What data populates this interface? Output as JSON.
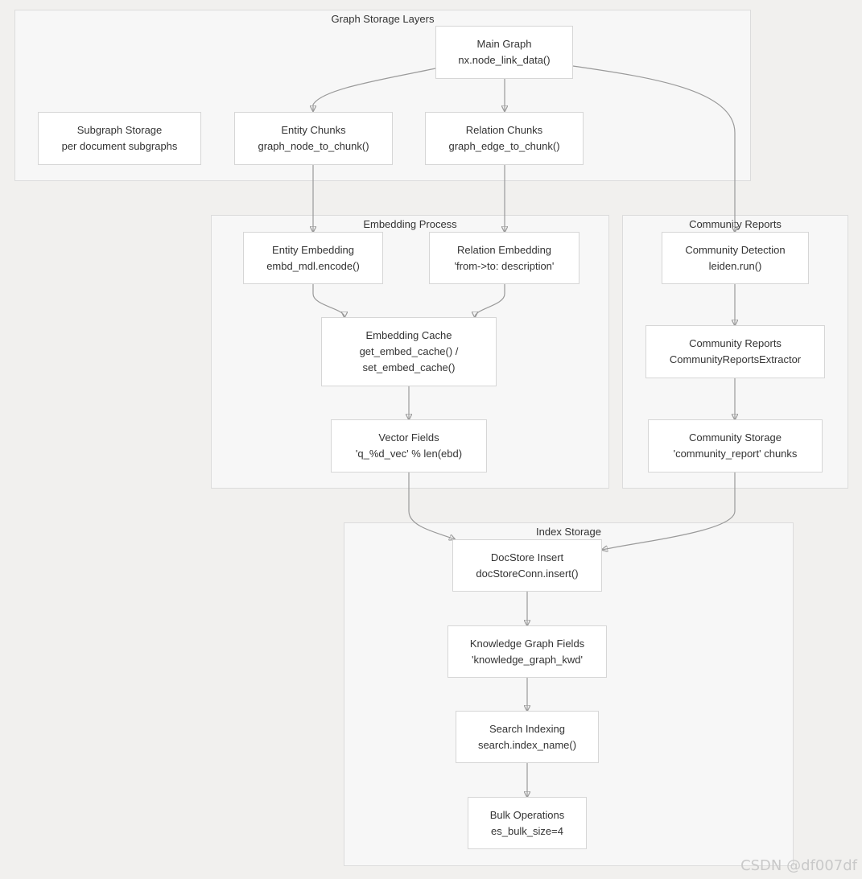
{
  "diagram": {
    "clusters": {
      "graph_storage": {
        "title": "Graph Storage Layers"
      },
      "embedding": {
        "title": "Embedding Process"
      },
      "community": {
        "title": "Community Reports"
      },
      "index": {
        "title": "Index Storage"
      }
    },
    "nodes": {
      "main_graph": {
        "line1": "Main Graph",
        "line2": "nx.node_link_data()"
      },
      "subgraph_storage": {
        "line1": "Subgraph Storage",
        "line2": "per document subgraphs"
      },
      "entity_chunks": {
        "line1": "Entity Chunks",
        "line2": "graph_node_to_chunk()"
      },
      "relation_chunks": {
        "line1": "Relation Chunks",
        "line2": "graph_edge_to_chunk()"
      },
      "entity_embedding": {
        "line1": "Entity Embedding",
        "line2": "embd_mdl.encode()"
      },
      "relation_embedding": {
        "line1": "Relation Embedding",
        "line2": "'from->to: description'"
      },
      "embedding_cache": {
        "line1": "Embedding Cache",
        "line2": "get_embed_cache() /",
        "line3": "set_embed_cache()"
      },
      "vector_fields": {
        "line1": "Vector Fields",
        "line2": "'q_%d_vec' % len(ebd)"
      },
      "community_detection": {
        "line1": "Community Detection",
        "line2": "leiden.run()"
      },
      "community_reports": {
        "line1": "Community Reports",
        "line2": "CommunityReportsExtractor"
      },
      "community_storage": {
        "line1": "Community Storage",
        "line2": "'community_report' chunks"
      },
      "docstore_insert": {
        "line1": "DocStore Insert",
        "line2": "docStoreConn.insert()"
      },
      "kg_fields": {
        "line1": "Knowledge Graph Fields",
        "line2": "'knowledge_graph_kwd'"
      },
      "search_indexing": {
        "line1": "Search Indexing",
        "line2": "search.index_name()"
      },
      "bulk_operations": {
        "line1": "Bulk Operations",
        "line2": "es_bulk_size=4"
      }
    }
  },
  "watermark": "CSDN @df007df",
  "colors": {
    "background": "#f1f0ee",
    "cluster_fill": "#f7f7f7",
    "cluster_border": "#dcdcdc",
    "node_fill": "#ffffff",
    "node_border": "#d6d6d6",
    "edge": "#9a9a9a",
    "text": "#333333"
  }
}
